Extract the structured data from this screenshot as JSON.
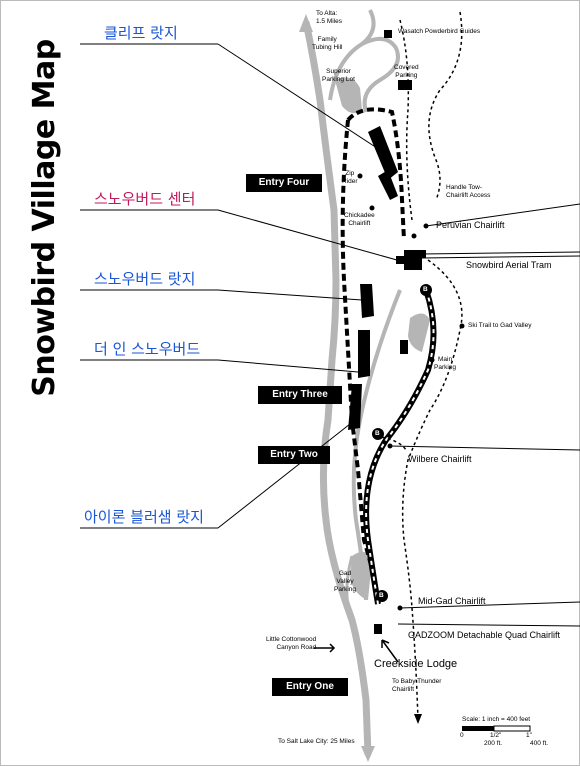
{
  "title": "Snowbird Village Map",
  "korean_labels": {
    "cliff_lodge": "클리프 랏지",
    "snowbird_center": "스노우버드 센터",
    "snowbird_lodge": "스노우버드 랏지",
    "inn_at_snowbird": "더 인 스노우버드",
    "iron_blosam": "아이론 블러샘 랏지"
  },
  "entries": {
    "four": "Entry Four",
    "three": "Entry Three",
    "two": "Entry Two",
    "one": "Entry One"
  },
  "map_labels": {
    "to_alta_1": "To Alta:",
    "to_alta_2": "1.5 Miles",
    "wasatch": "Wasatch Powderbird Guides",
    "family_1": "Family",
    "family_2": "Tubing Hill",
    "superior_1": "Superior",
    "superior_2": "Parking Lot",
    "covered_1": "Covered",
    "covered_2": "Parking",
    "zip_1": "Zip",
    "zip_2": "Rider",
    "chickadee_1": "Chickadee",
    "chickadee_2": "Chairlift",
    "handle_1": "Handle Tow-",
    "handle_2": "Chairlift Access",
    "peruvian": "Peruvian Chairlift",
    "tram": "Snowbird Aerial Tram",
    "ski_trail": "Ski Trail to Gad Valley",
    "main_1": "Main",
    "main_2": "Parking",
    "wilbere": "Wilbere Chairlift",
    "gad_1": "Gad",
    "gad_2": "Valley",
    "gad_3": "Parking",
    "mid_gad": "Mid-Gad Chairlift",
    "gadzoom": "GADZOOM Detachable Quad Chairlift",
    "little_1": "Little Cottonwood",
    "little_2": "Canyon Road",
    "creekside": "Creekside Lodge",
    "baby_1": "To Baby Thunder",
    "baby_2": "Chairlift",
    "slc": "To Salt Lake City: 25 Miles",
    "bus": "B"
  },
  "scale": {
    "caption": "Scale: 1 inch = 400 feet",
    "t0": "0",
    "t_half": "1/2\"",
    "t_one": "1\"",
    "ft200": "200 ft.",
    "ft400": "400 ft."
  },
  "colors": {
    "road": "#b5b5b5",
    "korean_blue": "#1a56d6",
    "korean_red": "#c2185b"
  }
}
